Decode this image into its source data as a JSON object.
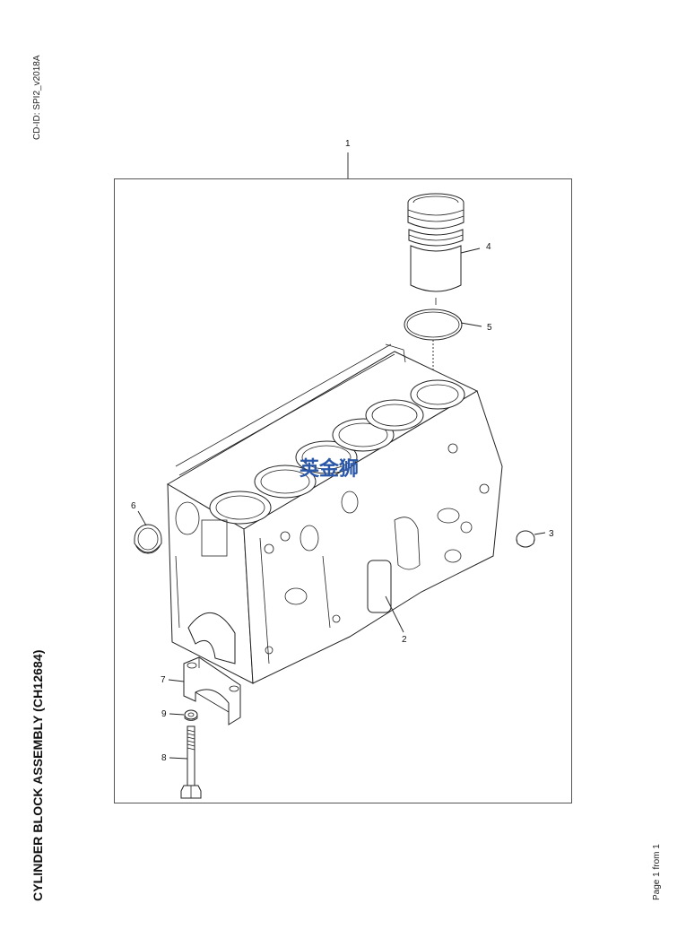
{
  "document": {
    "cd_id": "CD-ID: SPI2_v2018A",
    "title": "CYLINDER BLOCK ASSEMBLY (CH12684)",
    "page_indicator": "Page 1 from 1"
  },
  "diagram": {
    "callouts": [
      {
        "number": "1",
        "part": "cylinder-block-assembly"
      },
      {
        "number": "2",
        "part": "cylinder-block"
      },
      {
        "number": "3",
        "part": "core-plug"
      },
      {
        "number": "4",
        "part": "cylinder-liner"
      },
      {
        "number": "5",
        "part": "liner-seal-ring"
      },
      {
        "number": "6",
        "part": "cup-plug"
      },
      {
        "number": "7",
        "part": "main-bearing-cap"
      },
      {
        "number": "8",
        "part": "bolt"
      },
      {
        "number": "9",
        "part": "washer"
      }
    ],
    "watermark": "英金狮"
  }
}
